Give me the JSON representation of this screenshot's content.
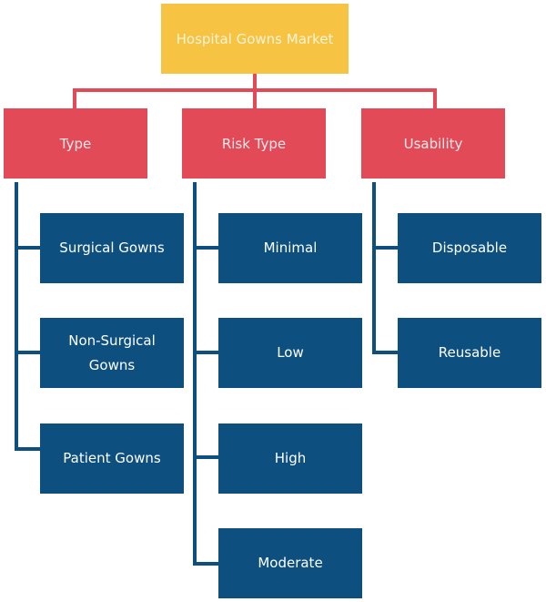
{
  "root": {
    "label": "Hospital Gowns Market"
  },
  "categories": [
    {
      "label": "Type",
      "items": [
        "Surgical Gowns",
        "Non-Surgical Gowns",
        "Patient Gowns"
      ]
    },
    {
      "label": "Risk Type",
      "items": [
        "Minimal",
        "Low",
        "High",
        "Moderate"
      ]
    },
    {
      "label": "Usability",
      "items": [
        "Disposable",
        "Reusable"
      ]
    }
  ],
  "colors": {
    "root": "#f6c343",
    "category": "#e34a57",
    "leaf": "#0d5080"
  }
}
